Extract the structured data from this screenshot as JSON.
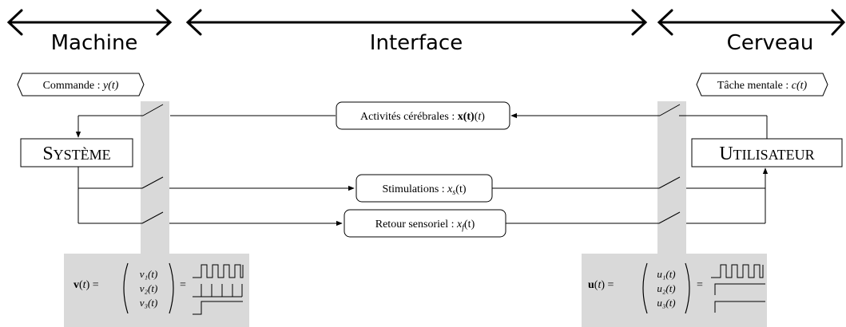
{
  "header": {
    "machine": "Machine",
    "interface": "Interface",
    "brain": "Cerveau"
  },
  "left_label": {
    "text": "Commande : ",
    "math": "y(t)"
  },
  "right_label": {
    "text": "Tâche mentale : ",
    "math": "c(t)"
  },
  "system_block": {
    "first": "S",
    "rest": "YSTÈME"
  },
  "user_block": {
    "first": "U",
    "rest": "TILISATEUR"
  },
  "signals": {
    "brain_activity": {
      "text": "Activités cérébrales : ",
      "math": "x(t)"
    },
    "stimulations": {
      "text": "Stimulations : ",
      "math": "x",
      "sub": "s",
      "arg": "(t)"
    },
    "feedback": {
      "text": "Retour sensoriel : ",
      "math": "x",
      "sub": "f",
      "arg": "(t)"
    }
  },
  "left_vector": {
    "name": "v",
    "components": [
      "v₁(t)",
      "v₂(t)",
      "v₃(t)"
    ]
  },
  "right_vector": {
    "name": "u",
    "components": [
      "u₁(t)",
      "u₂(t)",
      "u₃(t)"
    ]
  },
  "colors": {
    "panel": "#d9d9d9",
    "line": "#000000"
  }
}
